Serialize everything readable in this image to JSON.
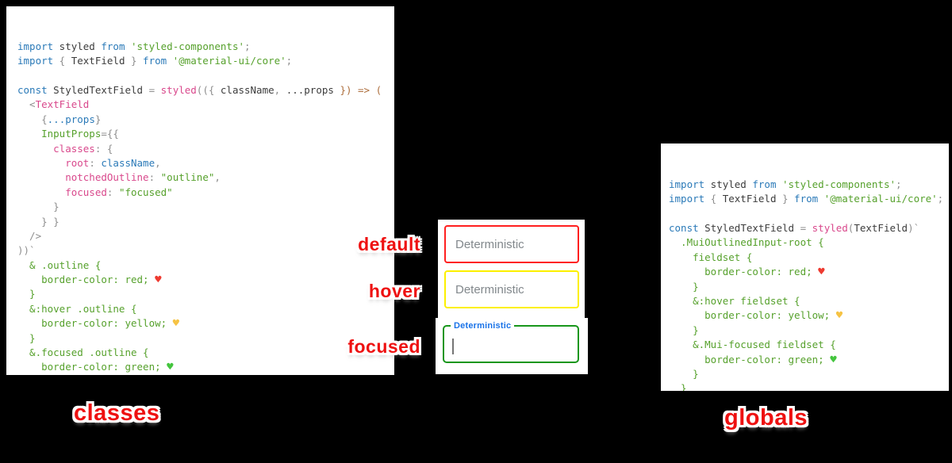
{
  "colors": {
    "background": "#000000",
    "kw": "#2b7ab8",
    "txt": "#3c3c3c",
    "str": "#56a12c",
    "pink": "#d9488c",
    "gray": "#8f8f8f",
    "brown": "#ad6e3c",
    "green": "#56a12c",
    "heart_red": "#ee3a30",
    "heart_yellow": "#f6c344",
    "heart_green": "#44c53e",
    "annotation_red": "#ee1111"
  },
  "left_code": {
    "lines": [
      [
        [
          "kw",
          "import"
        ],
        [
          "txt",
          " styled "
        ],
        [
          "kw",
          "from"
        ],
        [
          "str",
          " 'styled-components'"
        ],
        [
          "gray",
          ";"
        ]
      ],
      [
        [
          "kw",
          "import"
        ],
        [
          "gray",
          " { "
        ],
        [
          "txt",
          "TextField"
        ],
        [
          "gray",
          " } "
        ],
        [
          "kw",
          "from"
        ],
        [
          "str",
          " '@material-ui/core'"
        ],
        [
          "gray",
          ";"
        ]
      ],
      [],
      [
        [
          "kw",
          "const"
        ],
        [
          "txt",
          " StyledTextField "
        ],
        [
          "gray",
          "= "
        ],
        [
          "pink",
          "styled"
        ],
        [
          "gray",
          "(({ "
        ],
        [
          "txt",
          "className"
        ],
        [
          "gray",
          ", "
        ],
        [
          "txt",
          "...props"
        ],
        [
          "brown",
          " }) => ("
        ]
      ],
      [
        [
          "gray",
          "  <"
        ],
        [
          "pink",
          "TextField"
        ]
      ],
      [
        [
          "gray",
          "    {"
        ],
        [
          "kw",
          "...props"
        ],
        [
          "gray",
          "}"
        ]
      ],
      [
        [
          "str",
          "    InputProps"
        ],
        [
          "gray",
          "={{"
        ]
      ],
      [
        [
          "pink",
          "      classes"
        ],
        [
          "gray",
          ": {"
        ]
      ],
      [
        [
          "pink",
          "        root"
        ],
        [
          "gray",
          ": "
        ],
        [
          "kw",
          "className"
        ],
        [
          "gray",
          ","
        ]
      ],
      [
        [
          "pink",
          "        notchedOutline"
        ],
        [
          "gray",
          ": "
        ],
        [
          "str",
          "\"outline\""
        ],
        [
          "gray",
          ","
        ]
      ],
      [
        [
          "pink",
          "        focused"
        ],
        [
          "gray",
          ": "
        ],
        [
          "str",
          "\"focused\""
        ]
      ],
      [
        [
          "gray",
          "      }"
        ]
      ],
      [
        [
          "gray",
          "    } }"
        ]
      ],
      [
        [
          "gray",
          "  />"
        ]
      ],
      [
        [
          "gray",
          "))`"
        ]
      ],
      [
        [
          "green",
          "  & .outline {"
        ]
      ],
      [
        [
          "green",
          "    border-color: red; "
        ],
        [
          "heart_red",
          "♥"
        ]
      ],
      [
        [
          "green",
          "  }"
        ]
      ],
      [
        [
          "green",
          "  &:hover .outline {"
        ]
      ],
      [
        [
          "green",
          "    border-color: yellow; "
        ],
        [
          "heart_yellow",
          "♥"
        ]
      ],
      [
        [
          "green",
          "  }"
        ]
      ],
      [
        [
          "green",
          "  &.focused .outline {"
        ]
      ],
      [
        [
          "green",
          "    border-color: green; "
        ],
        [
          "heart_green",
          "♥"
        ]
      ],
      [
        [
          "green",
          "  }"
        ]
      ],
      [
        [
          "gray",
          "`;"
        ]
      ]
    ]
  },
  "right_code": {
    "lines": [
      [
        [
          "kw",
          "import"
        ],
        [
          "txt",
          " styled "
        ],
        [
          "kw",
          "from"
        ],
        [
          "str",
          " 'styled-components'"
        ],
        [
          "gray",
          ";"
        ]
      ],
      [
        [
          "kw",
          "import"
        ],
        [
          "gray",
          " { "
        ],
        [
          "txt",
          "TextField"
        ],
        [
          "gray",
          " } "
        ],
        [
          "kw",
          "from"
        ],
        [
          "str",
          " '@material-ui/core'"
        ],
        [
          "gray",
          ";"
        ]
      ],
      [],
      [
        [
          "kw",
          "const"
        ],
        [
          "txt",
          " StyledTextField "
        ],
        [
          "gray",
          "= "
        ],
        [
          "pink",
          "styled"
        ],
        [
          "gray",
          "("
        ],
        [
          "txt",
          "TextField"
        ],
        [
          "gray",
          ")`"
        ]
      ],
      [
        [
          "green",
          "  .MuiOutlinedInput-root {"
        ]
      ],
      [
        [
          "green",
          "    fieldset {"
        ]
      ],
      [
        [
          "green",
          "      border-color: red; "
        ],
        [
          "heart_red",
          "♥"
        ]
      ],
      [
        [
          "green",
          "    }"
        ]
      ],
      [
        [
          "green",
          "    &:hover fieldset {"
        ]
      ],
      [
        [
          "green",
          "      border-color: yellow; "
        ],
        [
          "heart_yellow",
          "♥"
        ]
      ],
      [
        [
          "green",
          "    }"
        ]
      ],
      [
        [
          "green",
          "    &.Mui-focused fieldset {"
        ]
      ],
      [
        [
          "green",
          "      border-color: green; "
        ],
        [
          "heart_green",
          "♥"
        ]
      ],
      [
        [
          "green",
          "    }"
        ]
      ],
      [
        [
          "green",
          "  }"
        ]
      ],
      [
        [
          "gray",
          "`;"
        ]
      ]
    ]
  },
  "fields": [
    {
      "state": "default",
      "label": "Deterministic",
      "border_color": "#ff1f1f",
      "text_color": "#82888c"
    },
    {
      "state": "hover",
      "label": "Deterministic",
      "border_color": "#fcf000",
      "text_color": "#82888c"
    },
    {
      "state": "focused",
      "label": "Deterministic",
      "border_color": "#18961b",
      "label_color": "#1a73e8"
    }
  ],
  "annotations": {
    "default": "default",
    "hover": "hover",
    "focused": "focused",
    "classes": "classes",
    "globals": "globals"
  }
}
